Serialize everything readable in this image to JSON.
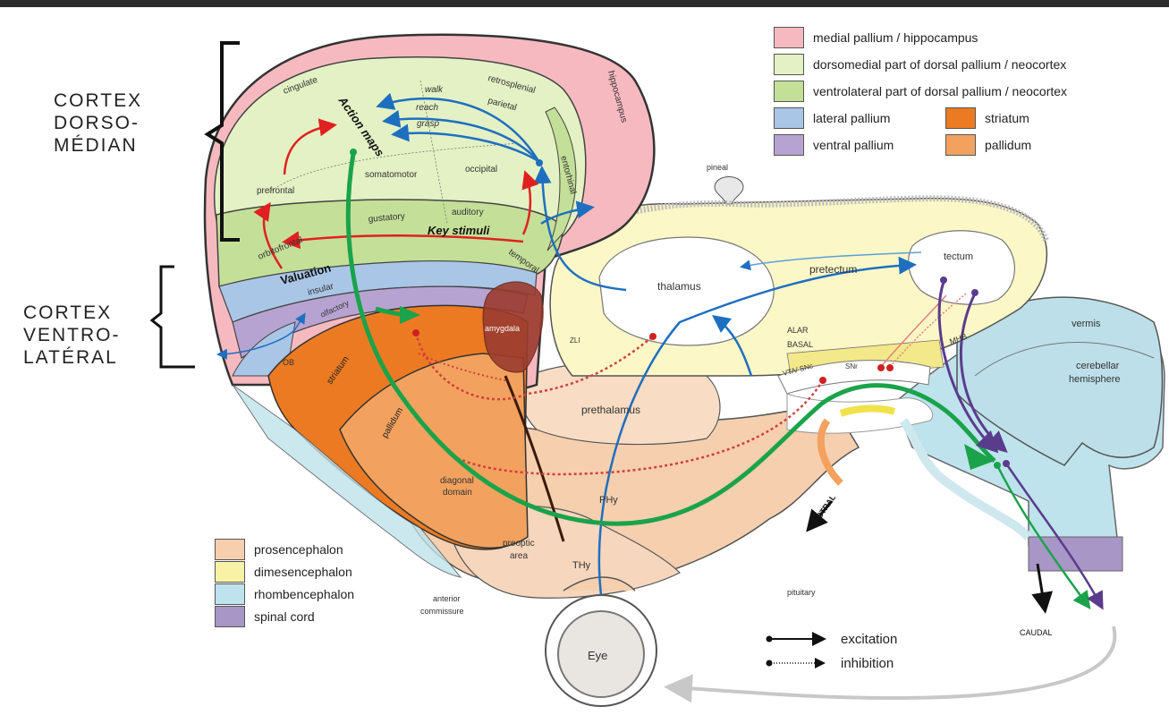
{
  "side_labels": {
    "cortex_dorsomedian": "CORTEX\nDORSO-\nMÉDIAN",
    "cortex_ventrolateral": "CORTEX\nVENTRO-\nLATÉRAL"
  },
  "legend_top": {
    "items": [
      {
        "label": "medial pallium / hippocampus",
        "color": "#f7b9c0"
      },
      {
        "label": "dorsomedial part of dorsal pallium / neocortex",
        "color": "#e3f1c4"
      },
      {
        "label": "ventrolateral part of dorsal pallium / neocortex",
        "color": "#c4df98"
      },
      {
        "label": "lateral pallium",
        "color": "#a9c6e6"
      },
      {
        "label": "ventral pallium",
        "color": "#b7a3d1"
      }
    ],
    "extra": [
      {
        "label": "striatum",
        "color": "#ec7a22"
      },
      {
        "label": "pallidum",
        "color": "#f2a25e"
      }
    ]
  },
  "legend_bottom": {
    "items": [
      {
        "label": "prosencephalon",
        "color": "#f6cfae"
      },
      {
        "label": "dimesencephalon",
        "color": "#f7f2a6"
      },
      {
        "label": "rhombencephalon",
        "color": "#bfe3ec"
      },
      {
        "label": "spinal cord",
        "color": "#a896c6"
      }
    ]
  },
  "arrow_legend": {
    "excitation": "excitation",
    "inhibition": "inhibition"
  },
  "regions": {
    "cingulate": "cingulate",
    "retrosplenial": "retrosplenial",
    "hippocampus": "hippocampus",
    "parietal": "parietal",
    "entorhinal": "entorhinal",
    "somatomotor": "somatomotor",
    "occipital": "occipital",
    "prefrontal": "prefrontal",
    "gustatory": "gustatory",
    "auditory": "auditory",
    "orbitofrontal": "orbitofrontal",
    "temporal": "temporal",
    "insular": "insular",
    "olfactory": "olfactory",
    "ob": "OB",
    "striatum": "striatum",
    "pallidum": "pallidum",
    "amygdala": "amygdala",
    "zli": "ZLI",
    "diagonal_domain": "diagonal\ndomain",
    "preoptic_area": "preoptic\narea",
    "thy": "THy",
    "phy": "PHy",
    "prethalamus": "prethalamus",
    "thalamus": "thalamus",
    "pretectum": "pretectum",
    "tectum": "tectum",
    "pineal": "pineal",
    "alar": "ALAR",
    "basal": "BASAL",
    "vta_snc": "VTA/ SNc",
    "snr": "SNr",
    "mhb": "MHB",
    "vermis": "vermis",
    "cerebellar_hemisphere": "cerebellar\nhemisphere",
    "pituitary": "pituitary",
    "anterior_commissure": "anterior\ncommissure",
    "eye": "Eye"
  },
  "annotations": {
    "action_maps": "Action maps",
    "key_stimuli": "Key stimuli",
    "valuation": "Valuation",
    "walk": "walk",
    "reach": "reach",
    "grasp": "grasp",
    "rostral": "ROSTRAL",
    "caudal": "CAUDAL"
  }
}
